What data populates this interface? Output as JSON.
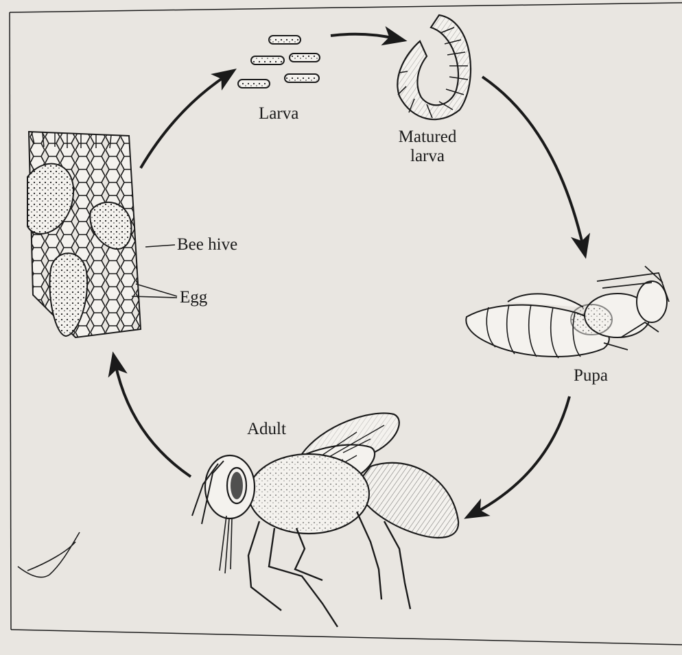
{
  "labels": {
    "larva": "Larva",
    "matured_larva_line1": "Matured",
    "matured_larva_line2": "larva",
    "pupa": "Pupa",
    "adult": "Adult",
    "bee_hive": "Bee hive",
    "egg": "Egg"
  },
  "colors": {
    "paper": "#e9e6e1",
    "ink": "#1a1a1a"
  }
}
